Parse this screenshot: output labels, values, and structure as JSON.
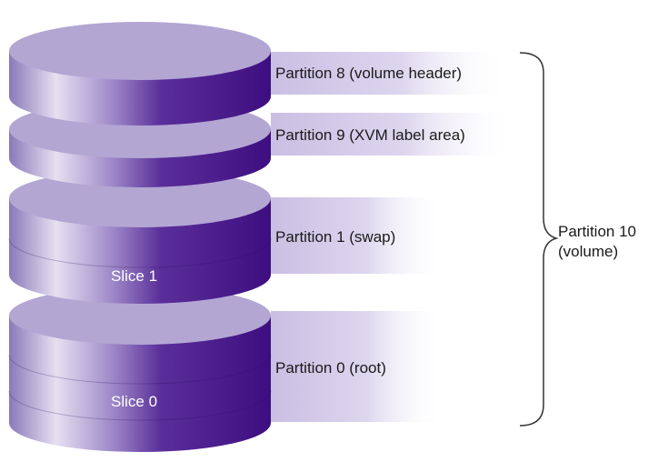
{
  "partitions": [
    {
      "label": "Partition 8 (volume header)"
    },
    {
      "label": "Partition 9 (XVM label area)"
    },
    {
      "label": "Partition 1 (swap)"
    },
    {
      "label": "Partition 0 (root)"
    }
  ],
  "slices": [
    {
      "label": "Slice 1"
    },
    {
      "label": "Slice 0"
    }
  ],
  "volume": {
    "line1": "Partition 10",
    "line2": "(volume)"
  },
  "colors": {
    "disk_top": "#b3a6d3",
    "disk_side_light": "#e6e0f1",
    "disk_side_mid": "#7f63b8",
    "disk_side_dark": "#3e0e80",
    "label_band": "#cfc6e6",
    "brace": "#333333"
  }
}
